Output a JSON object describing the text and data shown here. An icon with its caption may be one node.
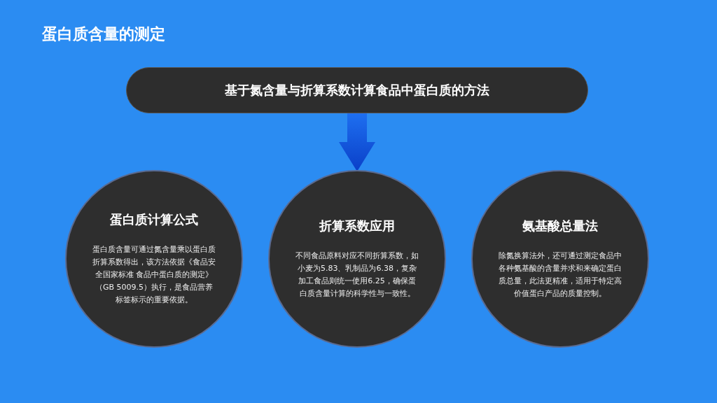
{
  "diagram": {
    "title": "蛋白质含量的测定",
    "nodes": [
      {
        "text": [
          "基于氮含量与折算系数计算食品中蛋白质的方法"
        ]
      },
      {
        "text": [
          "蛋白质计算公式",
          "蛋白质含量可通过氮含量乘以蛋白质折算系数得出，该方法依据《食品安全国家标准 食品中蛋白质的测定》（GB 5009.5）执行，是食品营养标签标示的重要依据。"
        ]
      },
      {
        "text": [
          "折算系数应用",
          "不同食品原料对应不同折算系数，如小麦为5.83、乳制品为6.38，复杂加工食品则统一使用6.25，确保蛋白质含量计算的科学性与一致性。"
        ]
      },
      {
        "text": [
          "氨基酸总量法",
          "除氮换算法外，还可通过测定食品中各种氨基酸的含量并求和来确定蛋白质总量，此法更精准，适用于特定高价值蛋白产品的质量控制。"
        ]
      }
    ],
    "edges": [
      {
        "from": 0,
        "to": 2,
        "arrow": "to",
        "style": "thick"
      }
    ]
  }
}
